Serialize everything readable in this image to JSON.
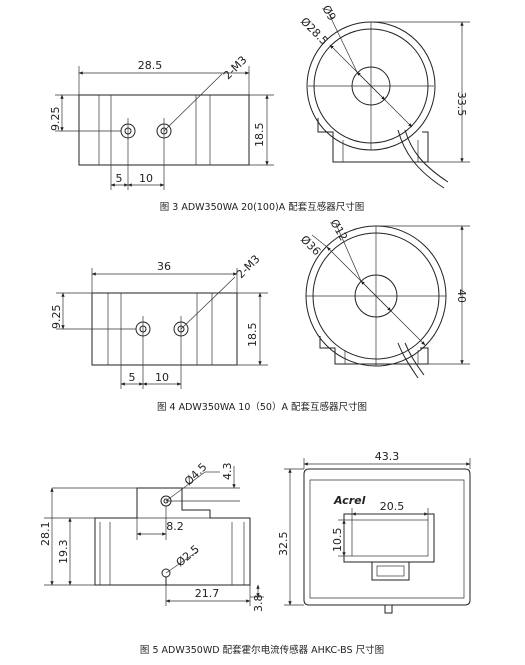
{
  "figure3": {
    "caption": "图 3 ADW350WA 20(100)A 配套互感器尺寸图",
    "width": "28.5",
    "thread": "2-M3",
    "hole_offset": "9.25",
    "height": "18.5",
    "d_left": "5",
    "d_mid": "10",
    "outer_dia": "Ø28.5",
    "inner_dia": "Ø9",
    "total_height": "33.5"
  },
  "figure4": {
    "caption": "图 4 ADW350WA 10（50）A 配套互感器尺寸图",
    "width": "36",
    "thread": "2-M3",
    "hole_offset": "9.25",
    "height": "18.5",
    "d_left": "5",
    "d_mid": "10",
    "outer_dia": "Ø36",
    "inner_dia": "Ø12",
    "total_height": "40"
  },
  "figure5": {
    "caption": "图 5 ADW350WD 配套霍尔电流传感器 AHKC-BS 尺寸图",
    "hole_dia": "Ø4.5",
    "hole_top": "4.3",
    "hole_x": "8.2",
    "left_height": "28.1",
    "mid_height": "19.3",
    "pin_dia": "Ø2.5",
    "pin_x": "21.7",
    "bottom": "3.8",
    "total_width": "43.3",
    "window_width": "20.5",
    "window_height": "10.5",
    "total_height": "32.5",
    "logo": "Acrel"
  }
}
